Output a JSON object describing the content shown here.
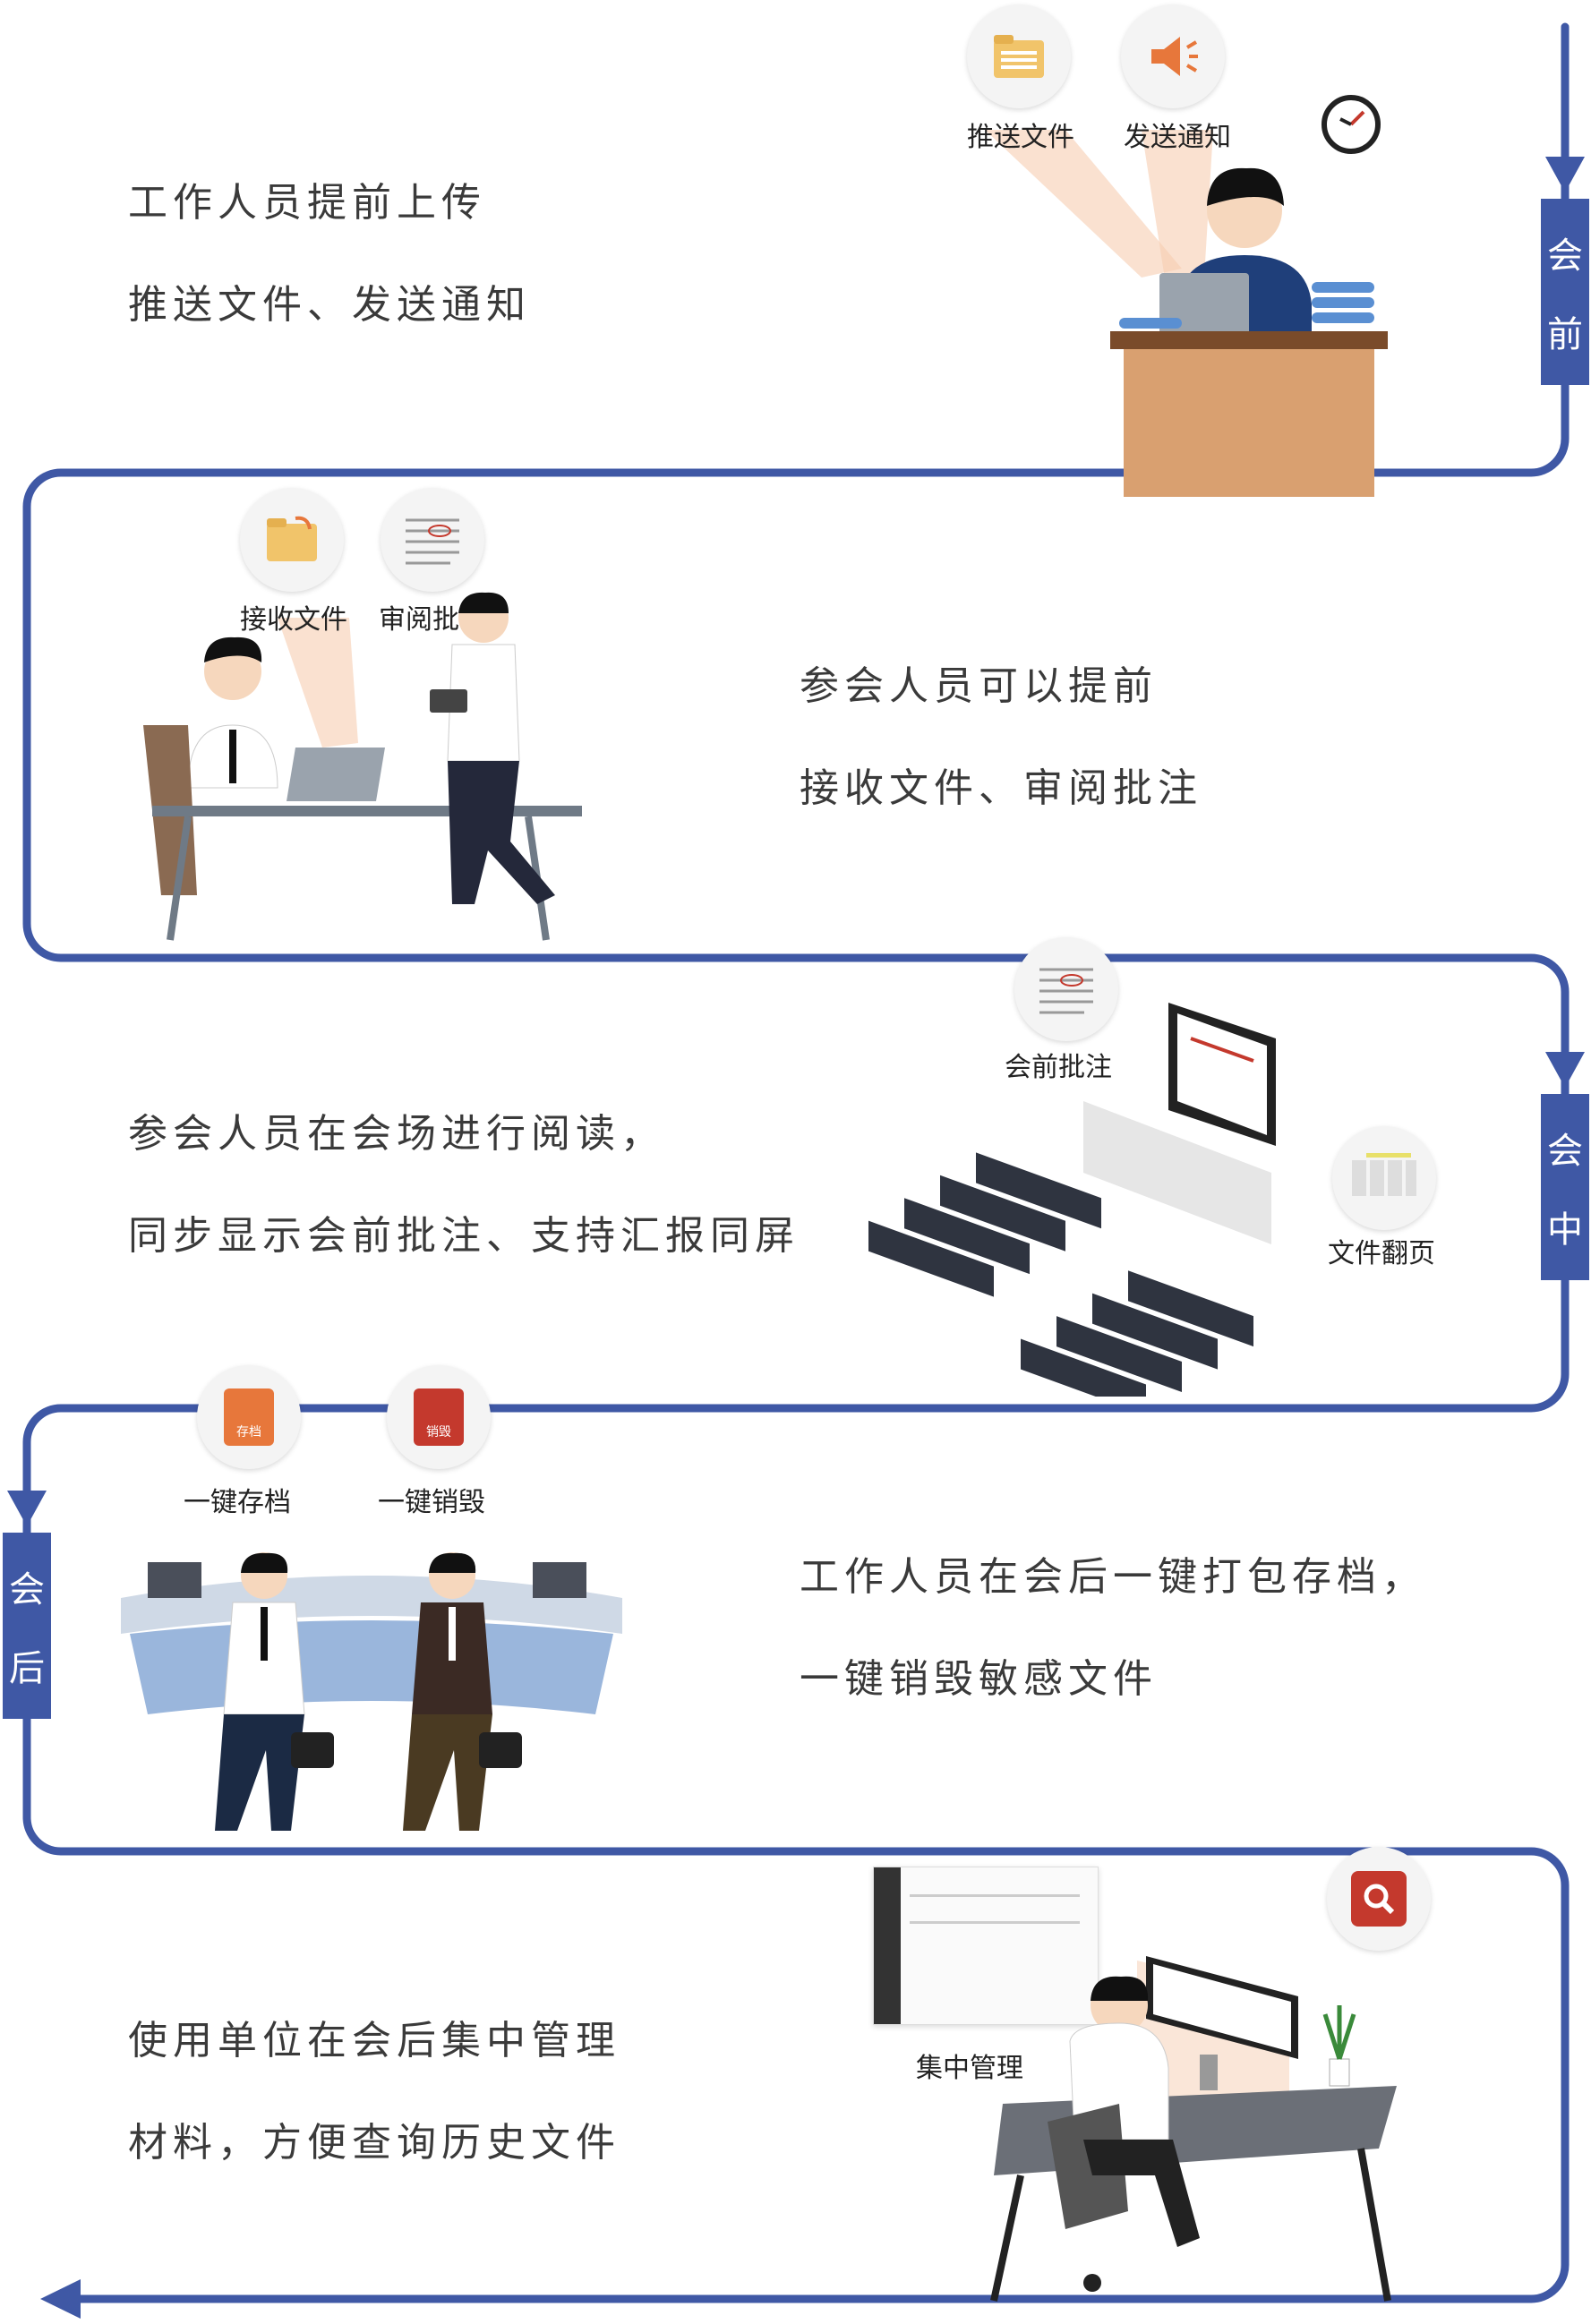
{
  "stages": {
    "before": [
      "会",
      "前"
    ],
    "during": [
      "会",
      "中"
    ],
    "after": [
      "会",
      "后"
    ]
  },
  "sections": [
    {
      "lines": [
        "工作人员提前上传",
        "推送文件、发送通知"
      ],
      "icons": [
        "推送文件",
        "发送通知"
      ]
    },
    {
      "lines": [
        "参会人员可以提前",
        "接收文件、审阅批注"
      ],
      "icons": [
        "接收文件",
        "审阅批注"
      ]
    },
    {
      "lines": [
        "参会人员在会场进行阅读，",
        "同步显示会前批注、支持汇报同屏"
      ],
      "icons": [
        "会前批注",
        "文件翻页"
      ]
    },
    {
      "lines": [
        "工作人员在会后一键打包存档，",
        "一键销毁敏感文件"
      ],
      "icons": [
        "一键存档",
        "一键销毁"
      ],
      "badges": [
        "存档",
        "销毁"
      ]
    },
    {
      "lines": [
        "使用单位在会后集中管理",
        "材料，方便查询历史文件"
      ],
      "icons": [
        "集中管理"
      ]
    }
  ],
  "colors": {
    "path": "#3f58a5",
    "accent": "#e7773b",
    "red": "#c4392d"
  },
  "icon_names": [
    "folder-icon",
    "megaphone-icon",
    "clock-icon",
    "document-icon",
    "save-icon",
    "trash-icon",
    "search-icon"
  ]
}
